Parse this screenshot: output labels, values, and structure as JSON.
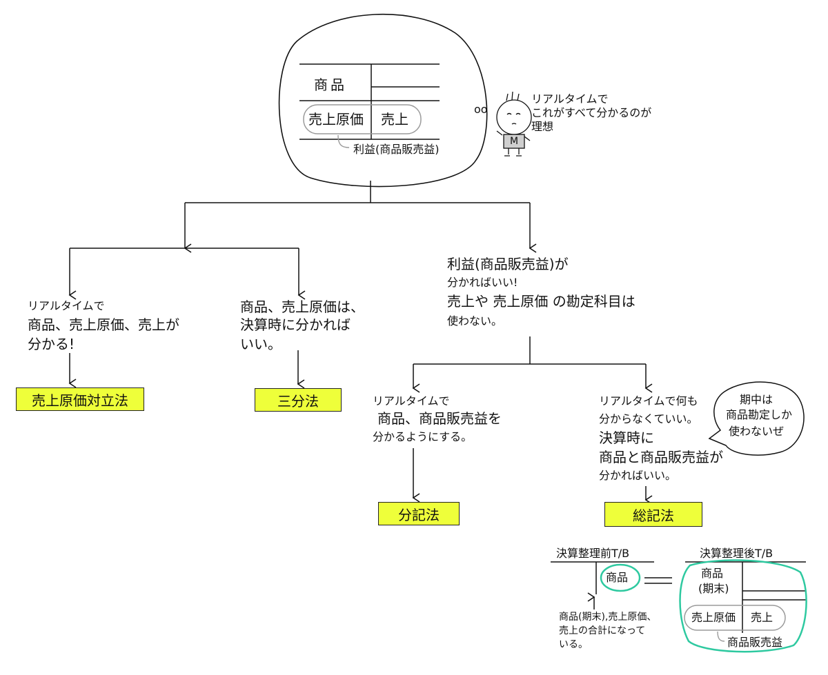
{
  "top_box": {
    "row1": "商品",
    "row2_left": "売上原価",
    "row2_right": "売上",
    "arrow_note": "利益(商品販売益)"
  },
  "character": {
    "bubble_dots": "oo",
    "shirt_letter": "M",
    "thought": [
      "リアルタイムで",
      "これがすべて分かるのが",
      "理想"
    ]
  },
  "branches": {
    "left_desc": [
      "リアルタイムで",
      "商品、売上原価、売上が",
      "分かる!"
    ],
    "left_label": "売上原価対立法",
    "middle_desc": [
      "商品、売上原価は、",
      "決算時に分かれば",
      "いい。"
    ],
    "middle_label": "三分法",
    "right_desc": [
      "利益(商品販売益)が",
      "分かればいい!",
      "売上や 売上原価 の勘定科目は",
      "使わない。"
    ],
    "sub_left_desc": [
      "リアルタイムで",
      "商品、商品販売益を",
      "分かるようにする。"
    ],
    "sub_left_label": "分記法",
    "sub_right_desc": [
      "リアルタイムで何も",
      "分からなくていい。",
      "決算時に",
      "商品と商品販売益が",
      "分かればいい。"
    ],
    "sub_right_label": "総記法",
    "speech_bubble": [
      "期中は",
      "商品勘定しか",
      "使わないぜ"
    ]
  },
  "tb_before": {
    "title": "決算整理前T/B",
    "account": "商品",
    "note": [
      "商品(期末),売上原価、",
      "売上の合計になって",
      "いる。"
    ]
  },
  "tb_after": {
    "title": "決算整理後T/B",
    "account_line1": "商品",
    "account_line2": "(期末)",
    "left": "売上原価",
    "right": "売上",
    "note": "商品販売益"
  },
  "colors": {
    "highlight": "#eeff3a",
    "teal": "#2ec9a0",
    "gray": "#9a9a9a"
  }
}
